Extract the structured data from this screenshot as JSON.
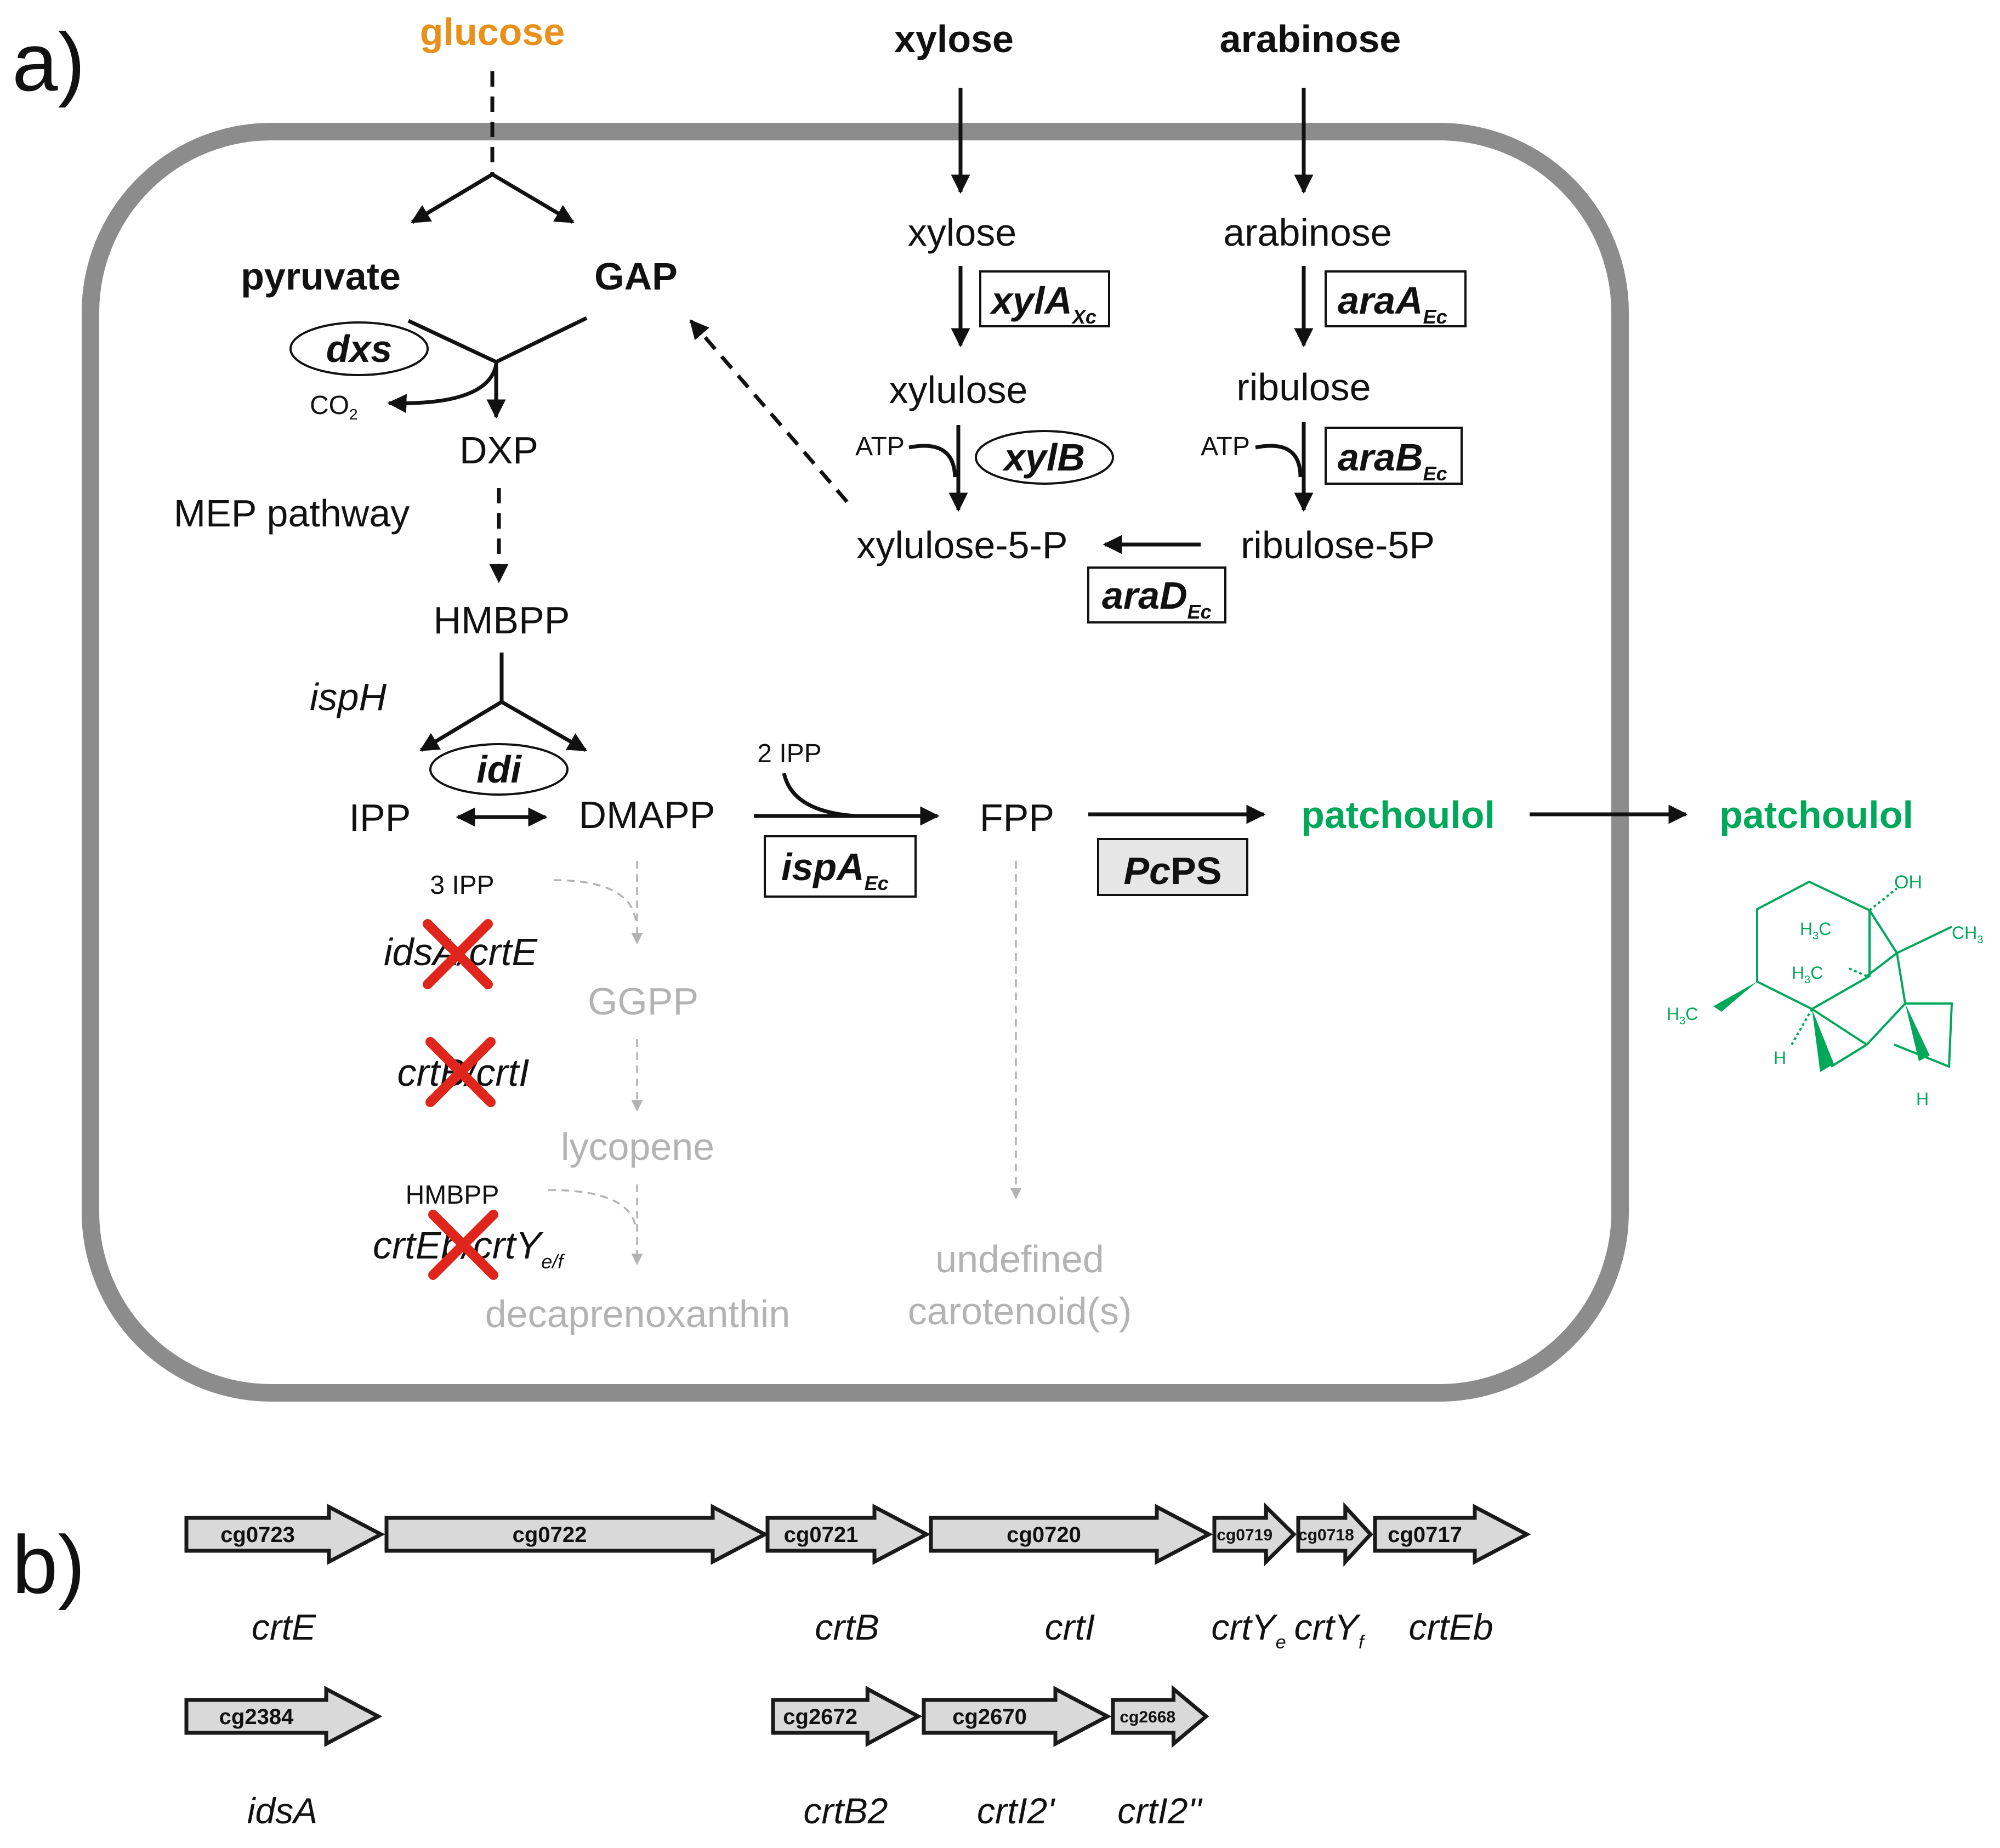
{
  "panels": {
    "a": "a)",
    "b": "b)"
  },
  "colors": {
    "glucose": "#e8901a",
    "product": "#00a859",
    "blocked_pathway": "#b3b3b3",
    "knockout": "#e0261c",
    "cell_membrane": "#8c8c8c"
  },
  "substrates": {
    "glucose": "glucose",
    "xylose_ext": "xylose",
    "arabinose_ext": "arabinose"
  },
  "metabolites": {
    "pyruvate": "pyruvate",
    "gap": "GAP",
    "dxp": "DXP",
    "mep_pathway": "MEP pathway",
    "hmbpp": "HMBPP",
    "ipp": "IPP",
    "dmapp": "DMAPP",
    "fpp": "FPP",
    "patchoulol_in": "patchoulol",
    "patchoulol_out": "patchoulol",
    "xylose": "xylose",
    "xylulose": "xylulose",
    "xylulose5p": "xylulose-5-P",
    "arabinose": "arabinose",
    "ribulose": "ribulose",
    "ribulose5p": "ribulose-5P",
    "co2": "CO",
    "co2_sub": "2",
    "atp1": "ATP",
    "atp2": "ATP",
    "two_ipp": "2 IPP"
  },
  "enzymes": {
    "dxs": "dxs",
    "ispH": "ispH",
    "idi": "idi",
    "xylA": "xylA",
    "xylA_sub": "Xc",
    "xylB": "xylB",
    "araA": "araA",
    "araA_sub": "Ec",
    "araB": "araB",
    "araB_sub": "Ec",
    "araD": "araD",
    "araD_sub": "Ec",
    "ispA": "ispA",
    "ispA_sub": "Ec",
    "pcps_a": "Pc",
    "pcps_b": "PS"
  },
  "blocked": {
    "three_ipp": "3 IPP",
    "ggpp": "GGPP",
    "lycopene": "lycopene",
    "hmbpp": "HMBPP",
    "decaprenoxanthin": "decaprenoxanthin",
    "undefined1": "undefined",
    "undefined2": "carotenoid(s)"
  },
  "knockouts": {
    "k1": "idsA/crtE",
    "k2": "crtB/crtI",
    "k3a": "crtEb/crtY",
    "k3_sub": "e/f"
  },
  "molecule": {
    "oh": "OH",
    "h3c_a": "H",
    "h3c_a_sub": "3",
    "h3c_a_c": "C",
    "ch3": "CH",
    "ch3_sub": "3",
    "h3c_b": "H",
    "h3c_b_sub": "3",
    "h3c_b_c": "C",
    "h3c_c": "H",
    "h3c_c_sub": "3",
    "h3c_c_c": "C",
    "h1": "H",
    "h2": "H"
  },
  "genes_row1": [
    {
      "id": "cg0723",
      "name": "crtE"
    },
    {
      "id": "cg0722",
      "name": ""
    },
    {
      "id": "cg0721",
      "name": "crtB"
    },
    {
      "id": "cg0720",
      "name": "crtI"
    },
    {
      "id": "cg0719",
      "name": "crtY",
      "sub": "e"
    },
    {
      "id": "cg0718",
      "name": "crtY",
      "sub": "f"
    },
    {
      "id": "cg0717",
      "name": "crtEb"
    }
  ],
  "genes_row2": [
    {
      "id": "cg2384",
      "name": "idsA"
    },
    {
      "id": "cg2672",
      "name": "crtB2"
    },
    {
      "id": "cg2670",
      "name": "crtI2'"
    },
    {
      "id": "cg2668",
      "name": "crtI2''"
    }
  ]
}
